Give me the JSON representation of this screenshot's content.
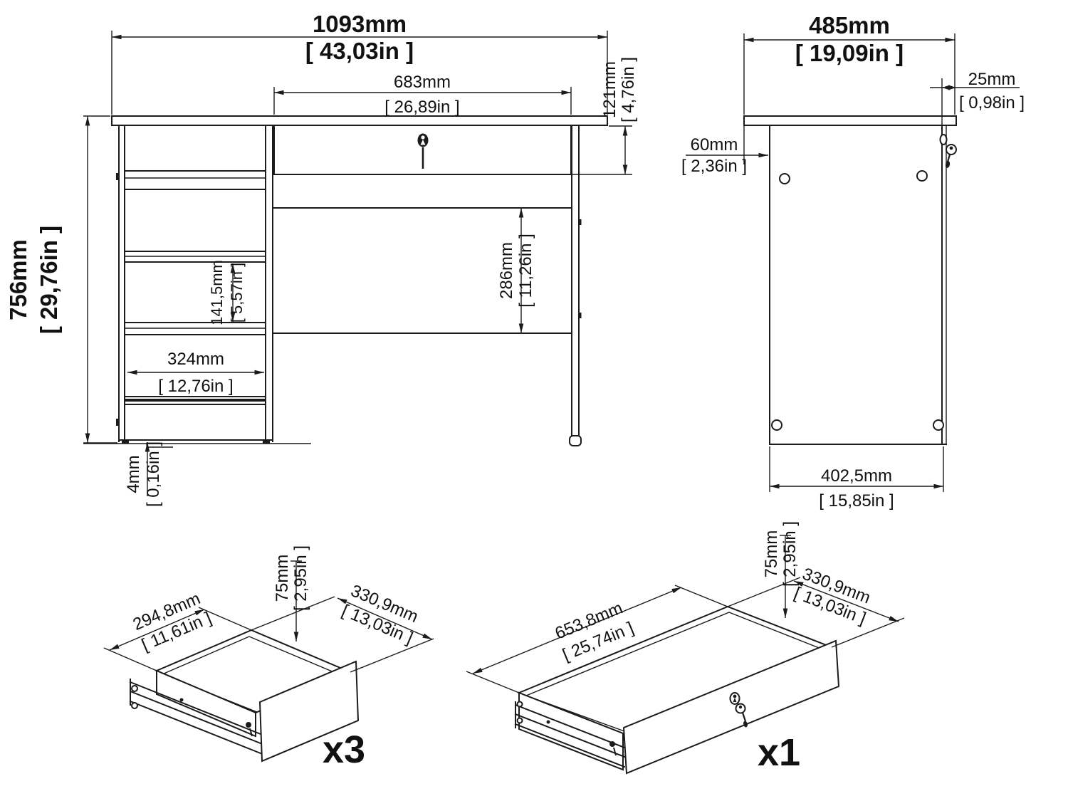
{
  "diagram": {
    "front_view": {
      "overall_width": {
        "mm": "1093mm",
        "inch": "[ 43,03in ]"
      },
      "top_opening_width": {
        "mm": "683mm",
        "inch": "[ 26,89in ]"
      },
      "overall_height": {
        "mm": "756mm",
        "inch": "[ 29,76in ]"
      },
      "top_drawer_height": {
        "mm": "121mm",
        "inch": "[ 4,76in ]"
      },
      "knee_space_height": {
        "mm": "286mm",
        "inch": "[ 11,26in ]"
      },
      "drawer_opening_height": {
        "mm": "141,5mm",
        "inch": "[ 5,57in ]"
      },
      "drawer_opening_width": {
        "mm": "324mm",
        "inch": "[ 12,76in ]"
      },
      "foot_gap": {
        "mm": "4mm",
        "inch": "[ 0,16in ]"
      }
    },
    "side_view": {
      "overall_depth": {
        "mm": "485mm",
        "inch": "[ 19,09in ]"
      },
      "top_back_overhang": {
        "mm": "25mm",
        "inch": "[ 0,98in ]"
      },
      "top_front_offset": {
        "mm": "60mm",
        "inch": "[ 2,36in ]"
      },
      "panel_depth": {
        "mm": "402,5mm",
        "inch": "[ 15,85in ]"
      }
    },
    "small_drawer": {
      "width": {
        "mm": "294,8mm",
        "inch": "[ 11,61in ]"
      },
      "height": {
        "mm": "75mm",
        "inch": "[ 2,95in ]"
      },
      "depth": {
        "mm": "330,9mm",
        "inch": "[ 13,03in ]"
      },
      "quantity": "x3"
    },
    "large_drawer": {
      "width": {
        "mm": "653,8mm",
        "inch": "[ 25,74in ]"
      },
      "height": {
        "mm": "75mm",
        "inch": "[ 2,95in ]"
      },
      "depth": {
        "mm": "330,9mm",
        "inch": "[ 13,03in ]"
      },
      "quantity": "x1"
    }
  }
}
